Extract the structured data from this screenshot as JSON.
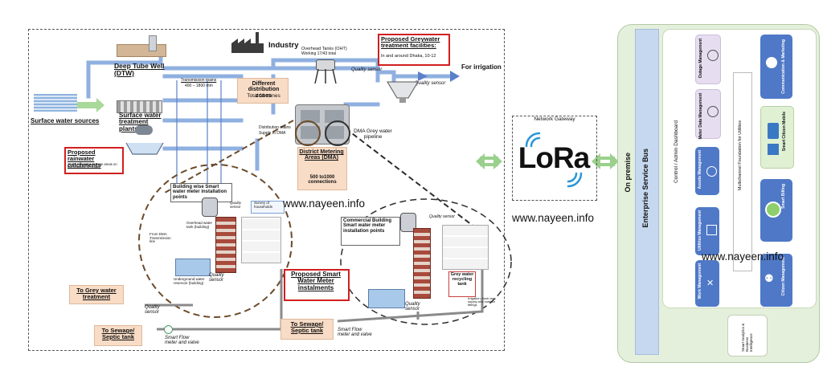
{
  "diagram": {
    "industry": "Industry",
    "deep_tube_well": "Deep Tube Well (DTW)",
    "overhead_tanks": "Overhead Tanks (OHT)",
    "overhead_tanks_sub": "Working 17/43 total",
    "greywater_title": "Proposed Greywater treatment facilities:",
    "greywater_sub": "In and around Dhaka, 10-12",
    "quality_sensor": "Quality sensor",
    "for_irrigation": "For irrigation",
    "transmission_mains": "Transmission mains",
    "transmission_size": "400 – 1800 mm",
    "distribution_zones_title": "Different distribution zones",
    "distribution_zones_sub": "Total 11 zones",
    "surface_water_sources": "Surface water sources",
    "surface_water_plants": "Surface water treatment plants",
    "distribution_mains": "Distribution mains",
    "supply_to_dma": "Supply to DMA",
    "dma_grey": "DMA Grey water pipeline",
    "rainwater_title": "Proposed rainwater catchments",
    "rainwater_sub": "15-20 rainwater storage areas on the outskirts of Dhaka",
    "dma_title": "District Metering Areas (DMA)",
    "dma_sub": "500 to1000 connections",
    "building_title": "Building wise Smart water meter installation points",
    "survey": "Survey of households",
    "ohwt_building": "Overhead water tank (building)",
    "from_dma": "From DMA Transmission line",
    "underground": "Underground water reservoir (building)",
    "quality_sensor_2": "Quality sensor",
    "to_grey": "To Grey water treatment",
    "quality_sensor_3": "Quality sensor",
    "to_sewage_1": "To Sewage/ Septic tank",
    "smart_flow_1": "Smart Flow meter and valve",
    "smart_meter_title": "Proposed Smart Water Meter instalments",
    "commercial_title": "Commercial Building Smart water meter installation points",
    "quality_sensor_4": "Quality sensor",
    "grey_recycling": "Grey water recycling tank",
    "irrigation_note": "Irrigation, flush tank supply and outdoor fittings",
    "quality_sensor_5": "Quality sensor",
    "to_sewage_2": "To Sewage/ Septic tank",
    "smart_flow_2": "Smart Flow meter and valve",
    "watermark": "www.nayeen.info"
  },
  "gateway": {
    "label": "Network Gateway",
    "logo": "LoRa",
    "watermark": "www.nayeen.info"
  },
  "platform": {
    "on_premise": "On premise",
    "esb": "Enterprise Service Bus",
    "dashboard": "Control / Admin Dashboard",
    "foundation": "Multichannel Foundation for Utilities",
    "smart_analytics": "Smart Analytics & Business Intelligence",
    "watermark": "www.nayeen.info",
    "modules_mid": [
      "Outage Management",
      "Meter Data Management",
      "Assets Management",
      "Utilities Management",
      "Work Management"
    ],
    "modules_right": [
      "Communication & Marketing",
      "Smart Citizen Mobile",
      "Smart Billing",
      "Citizen Management"
    ],
    "colors": {
      "lavender": "#e6def0",
      "blue": "#4f79c7",
      "green_panel": "#e7f3df",
      "light_blue": "#c6d8ef",
      "mint": "#dff0d3"
    }
  }
}
